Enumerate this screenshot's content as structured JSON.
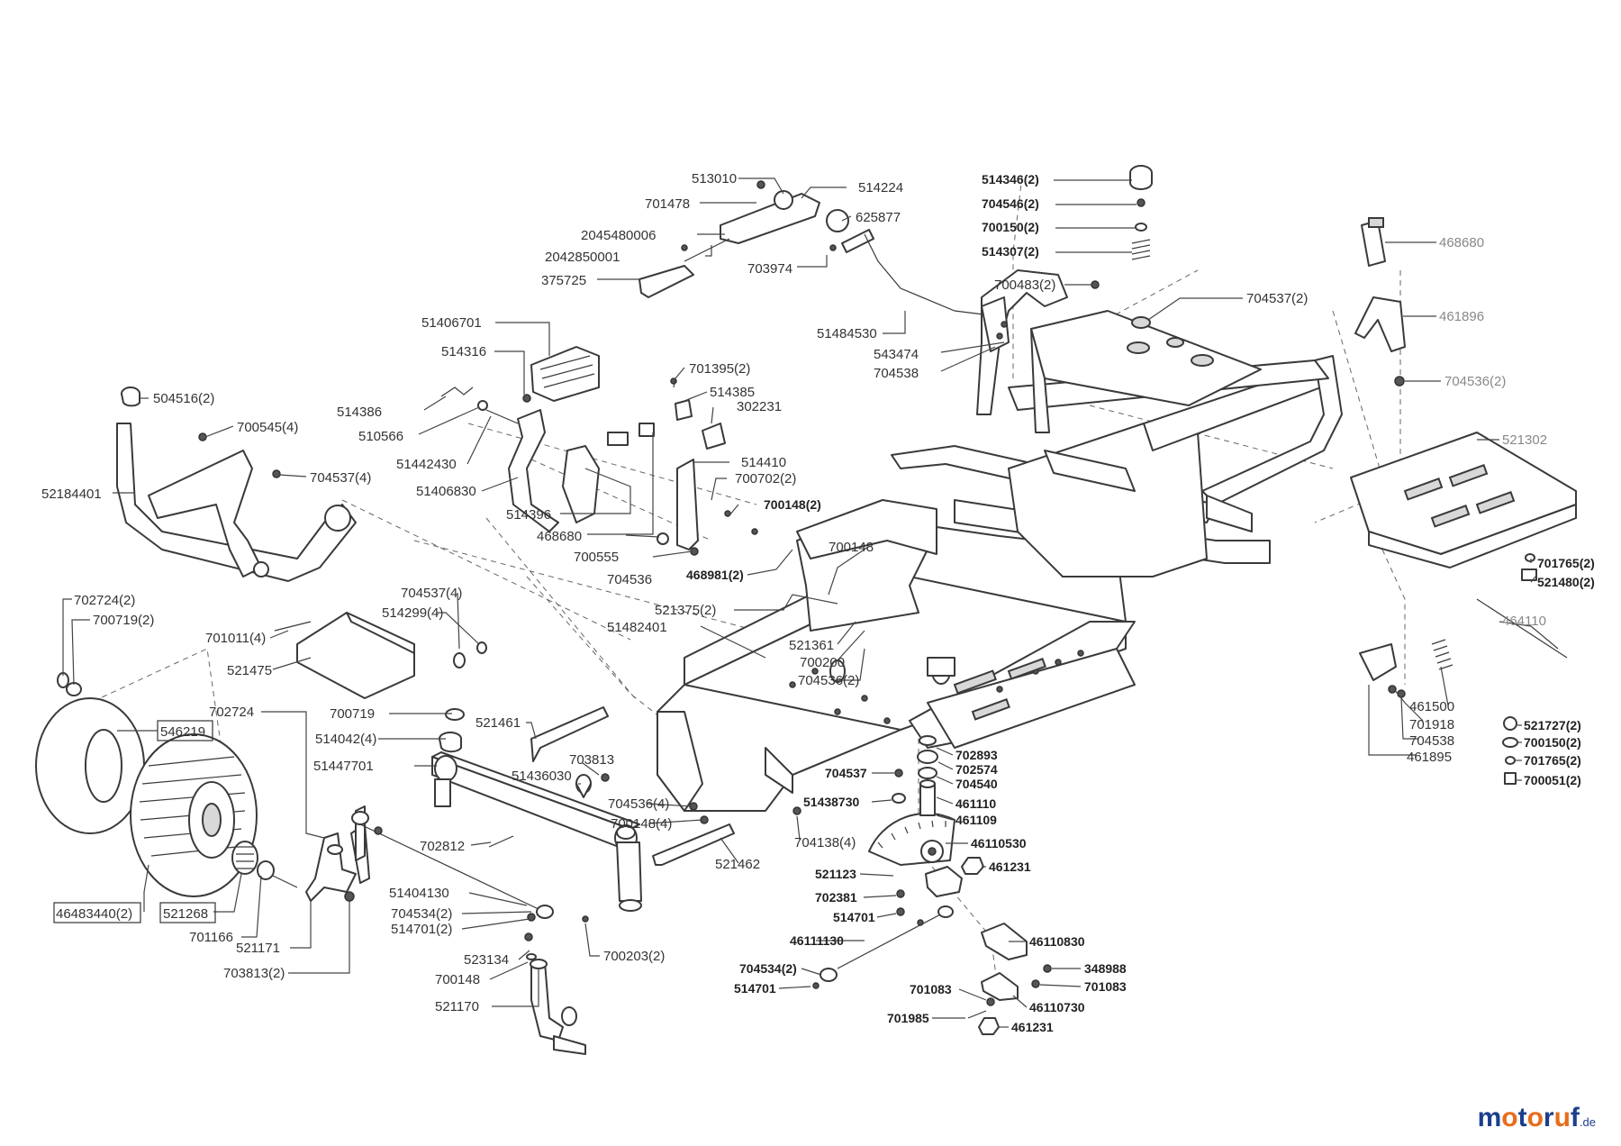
{
  "labels": {
    "p513010": "513010",
    "p514224": "514224",
    "p701478": "701478",
    "p625877": "625877",
    "p2045480006": "2045480006",
    "p2042850001": "2042850001",
    "p703974": "703974",
    "p375725": "375725",
    "p51484530": "51484530",
    "p514346": "514346(2)",
    "p704546": "704546(2)",
    "p700150a": "700150(2)",
    "p514307": "514307(2)",
    "p700483": "700483(2)",
    "p704537b": "704537(2)",
    "p468680b": "468680",
    "p461896": "461896",
    "p704536c": "704536(2)",
    "p521302": "521302",
    "p51406701": "51406701",
    "p514316": "514316",
    "p514386": "514386",
    "p510566": "510566",
    "p51442430": "51442430",
    "p51406830": "51406830",
    "p514396": "514396",
    "p468680a": "468680",
    "p701395": "701395(2)",
    "p514385": "514385",
    "p302231": "302231",
    "p514410": "514410",
    "p700702": "700702(2)",
    "p700148b": "700148(2)",
    "p700555": "700555",
    "p704536a": "704536",
    "p468981": "468981(2)",
    "p700148c": "700148",
    "p543474": "543474",
    "p704538a": "704538",
    "p504516": "504516(2)",
    "p700545": "700545(4)",
    "p704537a": "704537(4)",
    "p52184401": "52184401",
    "p521375": "521375(2)",
    "p51482401": "51482401",
    "p521361": "521361",
    "p700200": "700200",
    "p704536b": "704536(2)",
    "p701765a": "701765(2)",
    "p521480": "521480(2)",
    "p464110": "464110",
    "p702724a": "702724(2)",
    "p700719a": "700719(2)",
    "p701011": "701011(4)",
    "p704537c": "704537(4)",
    "p514299": "514299(4)",
    "p521475": "521475",
    "p702724b": "702724",
    "p546219": "546219",
    "p700719b": "700719",
    "p514042": "514042(4)",
    "p521461": "521461",
    "p51447701": "51447701",
    "p703813a": "703813",
    "p51436030": "51436030",
    "p704536d": "704536(4)",
    "p700148d": "700148(4)",
    "p704138": "704138(4)",
    "p702812": "702812",
    "p521462": "521462",
    "p461500": "461500",
    "p701918": "701918",
    "p704538b": "704538",
    "p461895": "461895",
    "p521727": "521727(2)",
    "p700150b": "700150(2)",
    "p701765b": "701765(2)",
    "p700051": "700051(2)",
    "p702893": "702893",
    "p702574": "702574",
    "p704540": "704540",
    "p704537d": "704537",
    "p461110": "461110",
    "p51438730": "51438730",
    "p461109": "461109",
    "p46110530": "46110530",
    "p461231a": "461231",
    "p521123": "521123",
    "p702381": "702381",
    "p514701a": "514701",
    "p46111130": "46111130",
    "p46110830": "46110830",
    "p704534b": "704534(2)",
    "p348988": "348988",
    "p514701b": "514701",
    "p701083a": "701083",
    "p701083b": "701083",
    "p46110730": "46110730",
    "p701985": "701985",
    "p461231b": "461231",
    "p51404130": "51404130",
    "p704534a": "704534(2)",
    "p514701c": "514701(2)",
    "p700203": "700203(2)",
    "p523134": "523134",
    "p700148a": "700148",
    "p521170": "521170",
    "p46483440": "46483440(2)",
    "p521268": "521268",
    "p701166": "701166",
    "p521171": "521171",
    "p703813b": "703813(2)"
  },
  "logo": {
    "m": "m",
    "o1": "o",
    "t": "t",
    "o2": "o",
    "r": "r",
    "u": "u",
    "f": "f",
    "de": ".de"
  }
}
